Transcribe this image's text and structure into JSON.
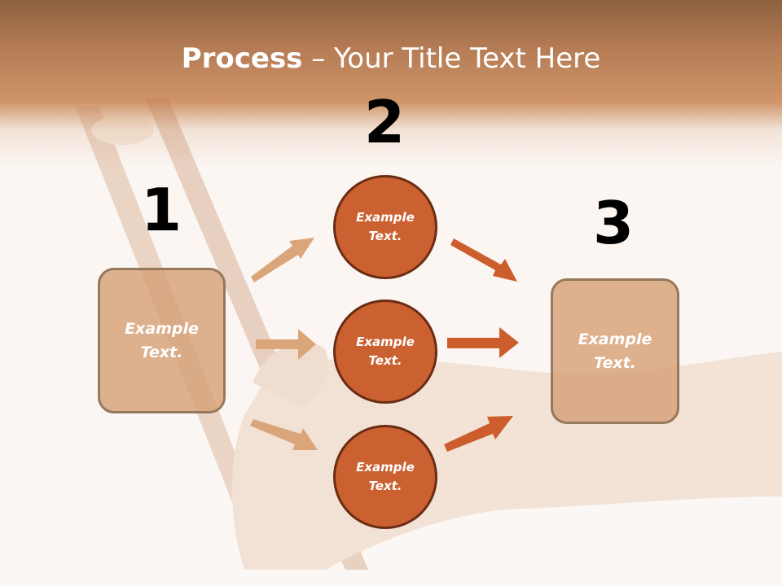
{
  "title": {
    "bold": "Process",
    "rest": " – Your Title Text Here"
  },
  "steps": [
    {
      "number": "1",
      "label": "Example Text."
    },
    {
      "number": "2",
      "labels": [
        "Example Text.",
        "Example Text.",
        "Example Text."
      ]
    },
    {
      "number": "3",
      "label": "Example Text."
    }
  ],
  "colors": {
    "box_fill": "#d6a078",
    "box_border": "#96785c",
    "circle_fill": "#cb6131",
    "circle_border": "#6a2c12",
    "arrow_light": "#dba57a",
    "arrow_dark": "#cc5e2d"
  }
}
